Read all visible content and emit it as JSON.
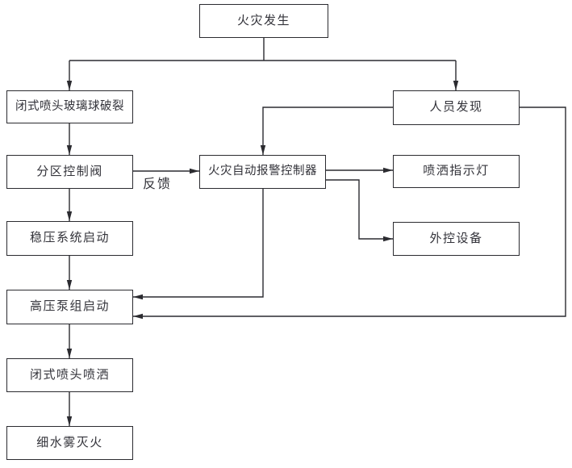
{
  "diagram": {
    "type": "flowchart",
    "description": "Water-mist fire suppression system activation flow",
    "nodes": {
      "fire_occurs": {
        "label": "火灾发生"
      },
      "glass_bulb_break": {
        "label": "闭式喷头玻璃球破裂"
      },
      "personnel_found": {
        "label": "人员发现"
      },
      "zone_valve": {
        "label": "分区控制阀"
      },
      "alarm_controller": {
        "label": "火灾自动报警控制器"
      },
      "spray_indicator": {
        "label": "喷洒指示灯"
      },
      "external_device": {
        "label": "外控设备"
      },
      "pressure_system": {
        "label": "稳压系统启动"
      },
      "pump_group": {
        "label": "高压泵组启动"
      },
      "sprinkler_spray": {
        "label": "闭式喷头喷洒"
      },
      "water_mist": {
        "label": "细水雾灭火"
      }
    },
    "edge_labels": {
      "feedback": "反馈"
    },
    "edges": [
      "火灾发生 → 闭式喷头玻璃球破裂",
      "火灾发生 → 人员发现",
      "闭式喷头玻璃球破裂 → 分区控制阀",
      "分区控制阀 →(反馈) 火灾自动报警控制器",
      "人员发现 → 火灾自动报警控制器",
      "火灾自动报警控制器 → 喷洒指示灯",
      "火灾自动报警控制器 → 外控设备",
      "火灾自动报警控制器 → 高压泵组启动",
      "人员发现 → 高压泵组启动",
      "分区控制阀 → 稳压系统启动",
      "稳压系统启动 → 高压泵组启动",
      "高压泵组启动 → 闭式喷头喷洒",
      "闭式喷头喷洒 → 细水雾灭火"
    ],
    "colors": {
      "line": "#2b2b30",
      "text": "#33333a",
      "background": "#ffffff"
    }
  }
}
